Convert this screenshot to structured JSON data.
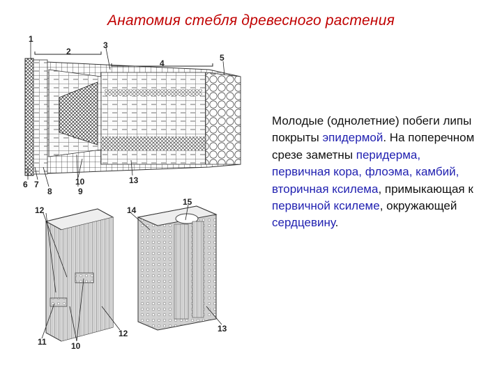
{
  "page": {
    "title": "Анатомия стебля древесного растения"
  },
  "figure": {
    "labels": [
      "1",
      "2",
      "3",
      "4",
      "5",
      "6",
      "7",
      "8",
      "9",
      "10",
      "13",
      "12",
      "14",
      "15",
      "11",
      "10",
      "12",
      "13"
    ]
  },
  "text": {
    "p1": "Молодые (однолетние) побеги липы покрыты ",
    "h1": "эпидермой",
    "p2": ". На поперечном срезе заметны ",
    "h2": "перидерма, первичная кора, флоэма, камбий, вторичная ксилема",
    "p3": ",  примыкающая  к ",
    "h3": "первичной ксилеме",
    "p4": ", окружающей ",
    "h4": "сердцевину",
    "p5": "."
  },
  "colors": {
    "title": "#c00000",
    "highlight": "#1f1fb0",
    "body_text": "#111111"
  }
}
